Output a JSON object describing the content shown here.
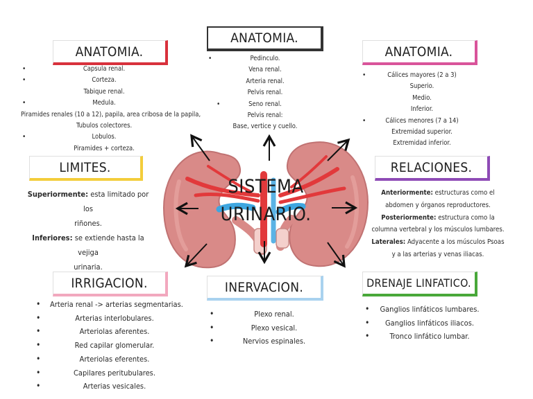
{
  "center": {
    "title_line1": "SISTEMA",
    "title_line2": "URINARIO."
  },
  "anatomia_left": {
    "header": "ANATOMIA.",
    "lines": [
      "Capsula renal.",
      "Corteza.",
      "Tabique renal.",
      "Medula.",
      "Piramides renales (10 a 12), papila, area cribosa de la papila,",
      "Tubulos colectores.",
      "Lobulos.",
      "Piramides + corteza."
    ]
  },
  "anatomia_center": {
    "header": "ANATOMIA.",
    "lines": [
      "Pedinculo.",
      "Vena renal.",
      "Arteria renal.",
      "Pelvis renal.",
      "Seno renal.",
      "Pelvis renal:",
      "Base, vertice y cuello."
    ]
  },
  "anatomia_right": {
    "header": "ANATOMIA.",
    "lines": [
      "Cálices mayores (2 a 3)",
      "Superio.",
      "Medio.",
      "Inferior.",
      "Cálices menores (7 a 14)",
      "Extremidad superior.",
      "Extremidad inferior."
    ]
  },
  "limites": {
    "header": "LIMITES.",
    "sup_label": "Superiormente:",
    "sup_line1": "esta limitado por los",
    "sup_line2": "riñones.",
    "inf_label": "Inferiores:",
    "inf_line1": "se extiende hasta la vejiga",
    "inf_line2": "urinaria."
  },
  "relaciones": {
    "header": "RELACIONES.",
    "ant_label": "Anteriormente:",
    "ant_line1": "estructuras como el",
    "ant_line2": "abdomen y órganos reproductores.",
    "post_label": "Posteriormente:",
    "post_line1": "estructura como la",
    "post_line2": "columna vertebral y los músculos lumbares.",
    "lat_label": "Laterales:",
    "lat_line1": "Adyacente a los músculos Psoas",
    "lat_line2": "y a las arterias y venas iliacas."
  },
  "irrigacion": {
    "header": "IRRIGACION.",
    "items": [
      "Arteria renal -> arterias segmentarias.",
      "Arterias interlobulares.",
      "Arteriolas aferentes.",
      "Red capilar glomerular.",
      "Arteriolas eferentes.",
      "Capilares peritubulares.",
      "Arterias vesicales."
    ]
  },
  "inervacion": {
    "header": "INERVACION.",
    "items": [
      "Plexo renal.",
      "Plexo vesical.",
      "Nervios espinales."
    ]
  },
  "drenaje": {
    "header": "DRENAJE LINFATICO.",
    "items": [
      "Ganglios linfáticos lumbares.",
      "Ganglios linfáticos iliacos.",
      "Tronco linfático lumbar."
    ]
  },
  "colors": {
    "anatomia_left": "#d8313c",
    "anatomia_center": "#333333",
    "anatomia_right": "#d9549a",
    "limites": "#f3cd3b",
    "relaciones": "#8e4bb6",
    "irrigacion": "#f2a8be",
    "inervacion": "#a9d2ef",
    "drenaje": "#49a83a",
    "kidney": "#d98a88",
    "artery": "#e2393b",
    "vein": "#3ea6e0"
  }
}
